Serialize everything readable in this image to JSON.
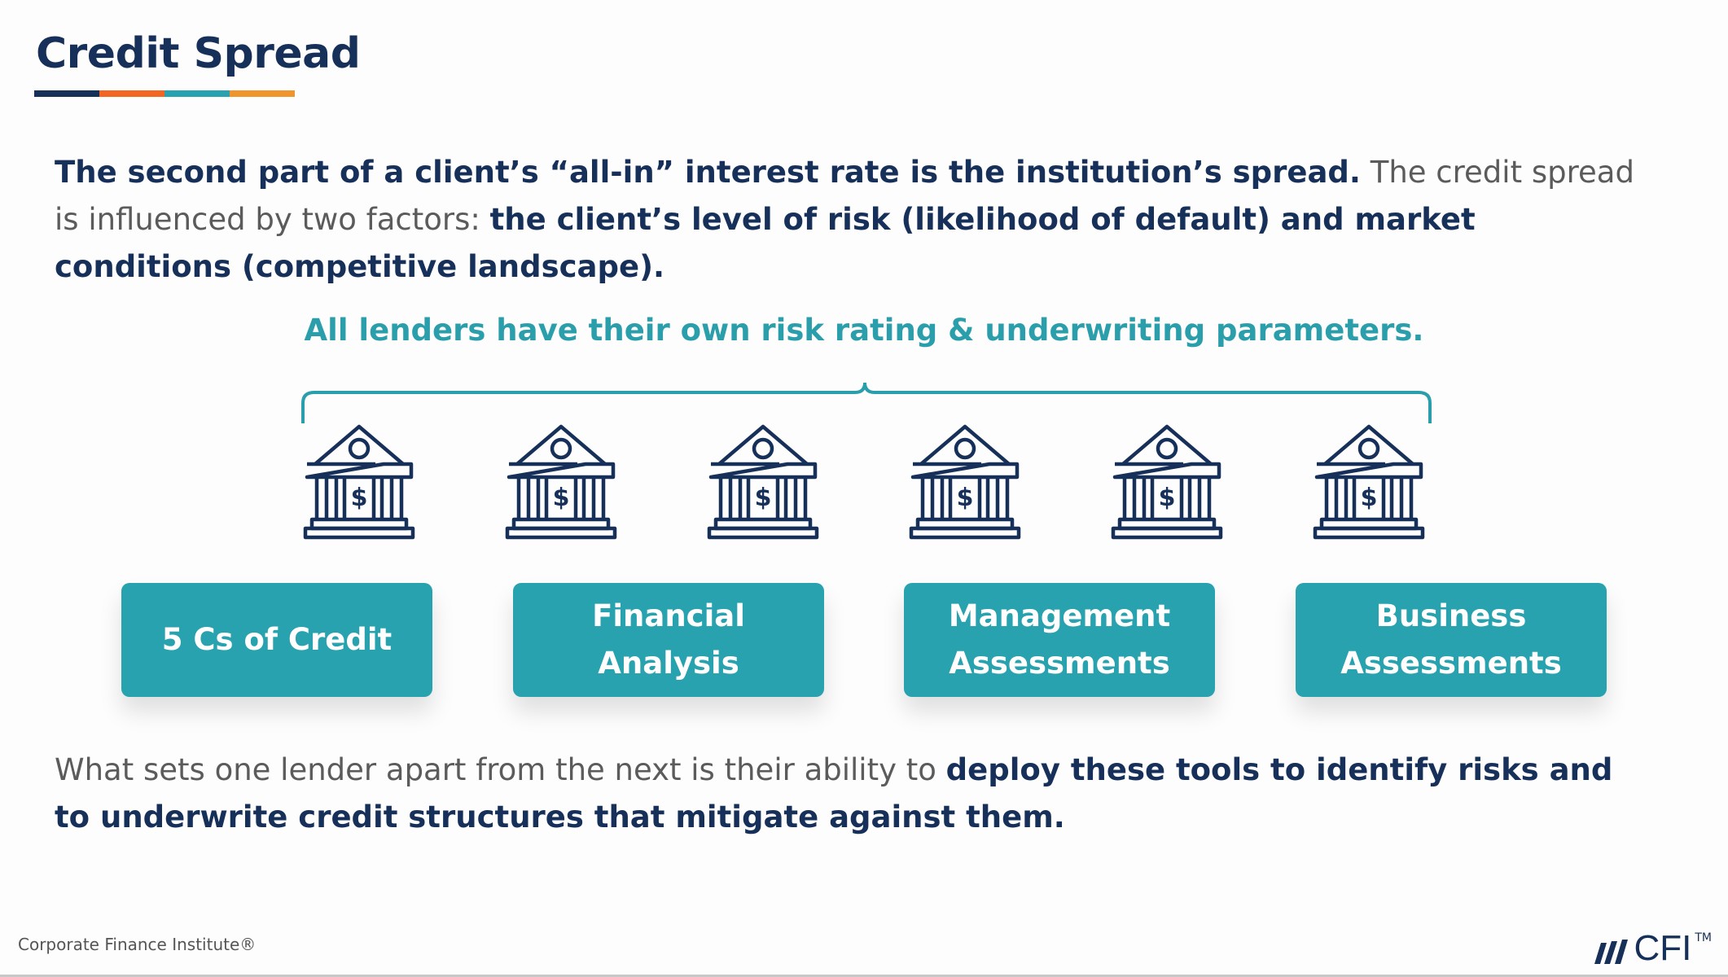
{
  "title": "Credit Spread",
  "colors": {
    "navy": "#16305a",
    "orange": "#f26522",
    "teal": "#27a2ae",
    "amber": "#f0952d"
  },
  "intro": {
    "bold1": "The second part of a client’s “all-in” interest rate is the institution’s spread.",
    "normal1": " The credit spread is influenced by two factors: ",
    "bold2": "the client’s level of risk (likelihood of default) and market conditions (competitive landscape)."
  },
  "highlight": "All lenders have their own risk rating & underwriting parameters.",
  "banks": [
    {
      "icon": "bank-icon"
    },
    {
      "icon": "bank-icon"
    },
    {
      "icon": "bank-icon"
    },
    {
      "icon": "bank-icon"
    },
    {
      "icon": "bank-icon"
    },
    {
      "icon": "bank-icon"
    }
  ],
  "tools": [
    {
      "label": "5 Cs of Credit"
    },
    {
      "label": "Financial Analysis"
    },
    {
      "label": "Management Assessments"
    },
    {
      "label": "Business Assessments"
    }
  ],
  "conclusion": {
    "normal": "What sets one lender apart from the next is their ability to ",
    "bold": "deploy these tools to identify risks and to underwrite credit structures that mitigate against them."
  },
  "footer": {
    "text": "Corporate Finance Institute®",
    "logo": "CFI",
    "tm": "TM"
  }
}
